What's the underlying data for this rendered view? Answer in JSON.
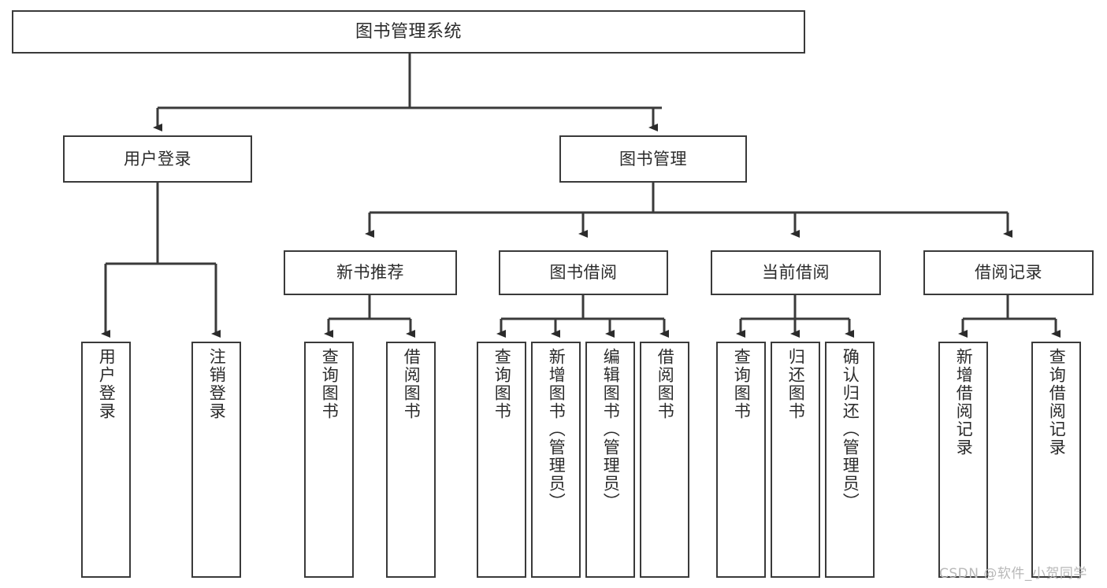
{
  "diagram": {
    "title": "图书管理系统",
    "type": "tree-hierarchy-chart",
    "root": {
      "label": "图书管理系统"
    },
    "level2": [
      {
        "label": "用户登录"
      },
      {
        "label": "图书管理"
      }
    ],
    "level3": [
      {
        "label": "新书推荐"
      },
      {
        "label": "图书借阅"
      },
      {
        "label": "当前借阅"
      },
      {
        "label": "借阅记录"
      }
    ],
    "leaves": {
      "user_login": [
        {
          "label": "用户登录"
        },
        {
          "label": "注销登录"
        }
      ],
      "new_book_recommend": [
        {
          "label": "查询图书"
        },
        {
          "label": "借阅图书"
        }
      ],
      "book_borrow": [
        {
          "label": "查询图书"
        },
        {
          "label": "新增图书（管理员）"
        },
        {
          "label": "编辑图书（管理员）"
        },
        {
          "label": "借阅图书"
        }
      ],
      "current_borrow": [
        {
          "label": "查询图书"
        },
        {
          "label": "归还图书"
        },
        {
          "label": "确认归还（管理员）"
        }
      ],
      "borrow_record": [
        {
          "label": "新增借阅记录"
        },
        {
          "label": "查询借阅记录"
        }
      ]
    }
  },
  "watermark": {
    "text": "CSDN @软件_小贺同学"
  },
  "colors": {
    "border": "#3a3a3a",
    "text": "#2b2b2b",
    "background": "#ffffff",
    "watermark": "#b8b8b8"
  }
}
